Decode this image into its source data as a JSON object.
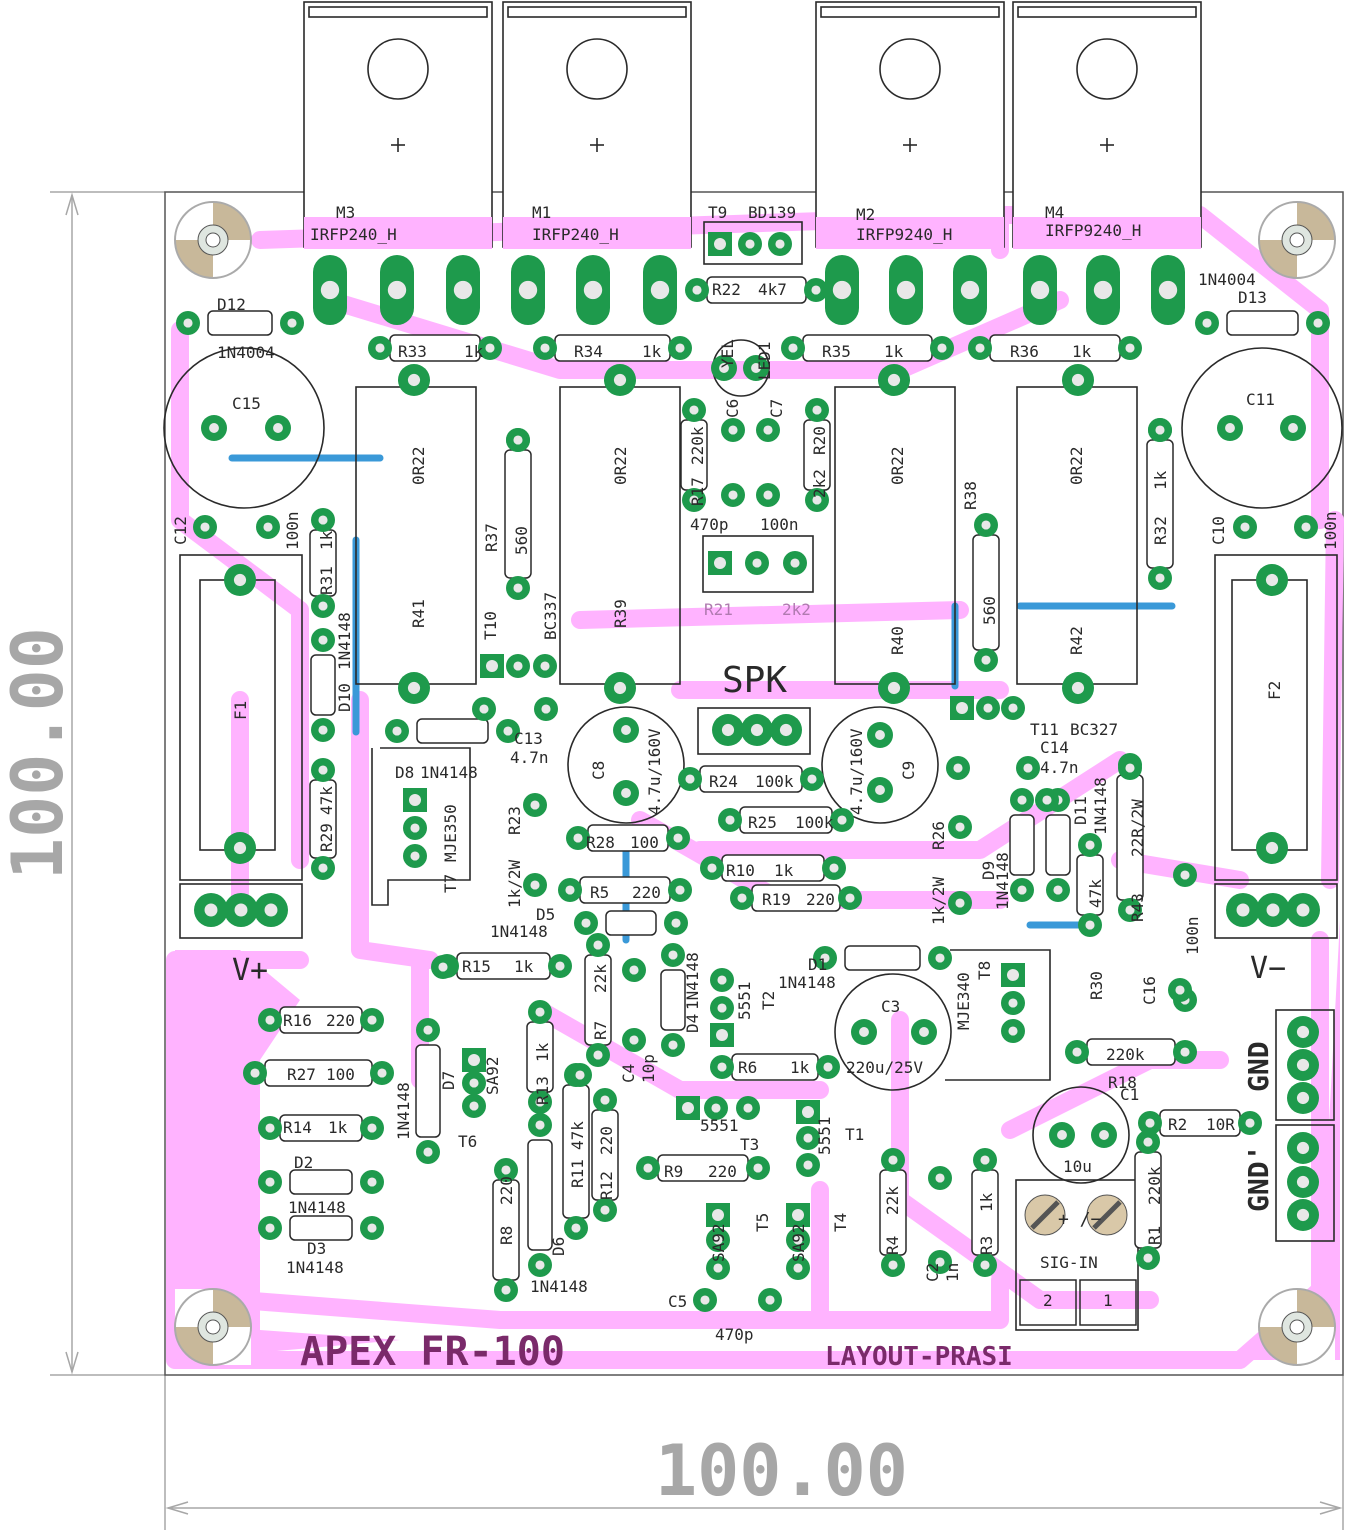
{
  "colors": {
    "copper": "#ffb3ff",
    "pad": "#1e9a4c",
    "hole": "#e8e8e8",
    "silkscreen": "#2a2a2a",
    "jumper": "#3a99d8",
    "dimension": "#a7a7a7",
    "heatsink_tab": "#ffffff",
    "mounting_hole": "#c8b89a"
  },
  "board": {
    "title": "APEX FR-100",
    "subtitle": "LAYOUT-PRASI",
    "width_label": "100.00",
    "height_label": "100.00"
  },
  "connectors": {
    "speaker": "SPK",
    "gnd": "GND",
    "gnd2": "GND'",
    "sig_in": "SIG-IN",
    "vplus": "V+",
    "vminus": "V−",
    "pin1": "1",
    "pin2": "2",
    "sig_pol": "+ /−"
  },
  "mosfets": [
    {
      "ref": "M3",
      "part": "IRFP240_H"
    },
    {
      "ref": "M1",
      "part": "IRFP240_H"
    },
    {
      "ref": "M2",
      "part": "IRFP9240_H"
    },
    {
      "ref": "M4",
      "part": "IRFP9240_H"
    }
  ],
  "power_resistors": [
    {
      "ref": "R41",
      "value": "0R22"
    },
    {
      "ref": "R39",
      "value": "0R22"
    },
    {
      "ref": "R40",
      "value": "0R22"
    },
    {
      "ref": "R42",
      "value": "0R22"
    }
  ],
  "labels": {
    "t9": "T9",
    "t9_part": "BD139",
    "r22": "R22",
    "r22_val": "4k7",
    "led": "LED1",
    "led_col": "YEL",
    "r33": "R33",
    "r33_val": "1k",
    "r34": "R34",
    "r34_val": "1k",
    "r35": "R35",
    "r35_val": "1k",
    "r36": "R36",
    "r36_val": "1k",
    "d12": "D12",
    "d12_part": "1N4004",
    "d13": "D13",
    "d13_part": "1N4004",
    "c15": "C15",
    "c11": "C11",
    "c12": "C12",
    "c12_val": "100n",
    "c10": "C10",
    "c10_val": "100n",
    "r31": "R31",
    "r31_val": "1k",
    "r32": "R32",
    "r32_val": "1k",
    "r37": "R37",
    "r37_val": "560",
    "r38": "R38",
    "r38_val": "560",
    "r17": "R17",
    "r17_val": "220k",
    "r20": "R20",
    "r20_val": "2k2",
    "c6": "C6",
    "c6_val": "470p",
    "c7": "C7",
    "c7_val": "100n",
    "r21": "R21",
    "r21_val": "2k2",
    "t10": "T10",
    "t10_part": "BC337",
    "t11": "T11",
    "t11_part": "BC327",
    "d10": "D10",
    "d10_part": "1N4148",
    "c13": "C13",
    "c13_val": "4.7n",
    "c14": "C14",
    "c14_val": "4.7n",
    "c8": "C8",
    "c8_val": "4.7u/160V",
    "c9": "C9",
    "c9_val": "4.7u/160V",
    "d8": "D8",
    "d8_part": "1N4148",
    "t7": "T7",
    "t7_part": "MJE350",
    "r29": "R29",
    "r29_val": "47k",
    "r24": "R24",
    "r24_val": "100k",
    "r25": "R25",
    "r25_val": "100k",
    "r23": "R23",
    "r23_val": "1k/2W",
    "r26": "R26",
    "r26_val": "1k/2W",
    "r28": "R28",
    "r28_val": "100",
    "r10": "R10",
    "r10_val": "1k",
    "r5": "R5",
    "r5_val": "220",
    "r19": "R19",
    "r19_val": "220",
    "d5": "D5",
    "d5_part": "1N4148",
    "d9": "D9",
    "d9_part": "1N4148",
    "d11": "D11",
    "d11_part": "1N4148",
    "r30": "R30",
    "r30_val": "47k",
    "r43": "R43",
    "r43_val": "22R/2W",
    "c16": "C16",
    "c16_val": "100n",
    "r15": "R15",
    "r15_val": "1k",
    "d1": "D1",
    "d1_part": "1N4148",
    "t8": "T8",
    "t8_part": "MJE340",
    "r7": "R7",
    "r7_val": "22k",
    "c4": "C4",
    "c4_val": "10p",
    "d4": "D4",
    "d4_part": "1N4148",
    "t2": "T2",
    "t2_part": "5551",
    "r16": "R16",
    "r16_val": "220",
    "r27": "R27",
    "r27_val": "100",
    "r14": "R14",
    "r14_val": "1k",
    "d7": "D7",
    "d7_part": "1N4148",
    "t6": "T6",
    "t6_part": "SA92",
    "r13": "R13",
    "r13_val": "1k",
    "c3": "C3",
    "c3_val": "220u/25V",
    "r6": "R6",
    "r6_val": "1k",
    "r18": "R18",
    "r18_val": "220k",
    "c1": "C1",
    "c1_val": "10u",
    "r2": "R2",
    "r2_val": "10R",
    "t3": "T3",
    "t3_part": "5551",
    "t1": "T1",
    "t1_part": "5551",
    "d2": "D2",
    "d2_part": "1N4148",
    "d3": "D3",
    "d3_part": "1N4148",
    "r8": "R8",
    "r8_val": "220",
    "d6": "D6",
    "d6_part": "1N4148",
    "r11": "R11",
    "r11_val": "47k",
    "r12": "R12",
    "r12_val": "220",
    "r9": "R9",
    "r9_val": "220",
    "t5": "T5",
    "t5_part": "SA92",
    "t4": "T4",
    "t4_part": "SA92",
    "r4": "R4",
    "r4_val": "22k",
    "c2": "C2",
    "c2_val": "1n",
    "r3": "R3",
    "r3_val": "1k",
    "r1": "R1",
    "r1_val": "220k",
    "c5": "C5",
    "c5_val": "470p",
    "f1": "F1",
    "f2": "F2"
  }
}
